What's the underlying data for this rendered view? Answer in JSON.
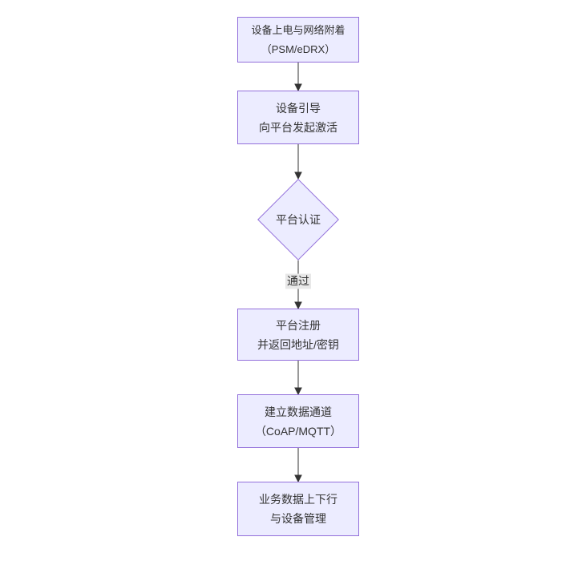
{
  "diagram": {
    "type": "flowchart",
    "direction": "top-down",
    "nodes": [
      {
        "id": "power_attach",
        "shape": "rect",
        "lines": [
          "设备上电与网络附着",
          "（PSM/eDRX）"
        ]
      },
      {
        "id": "bootstrap",
        "shape": "rect",
        "lines": [
          "设备引导",
          "向平台发起激活"
        ]
      },
      {
        "id": "platform_auth",
        "shape": "diamond",
        "lines": [
          "平台认证"
        ]
      },
      {
        "id": "platform_register",
        "shape": "rect",
        "lines": [
          "平台注册",
          "并返回地址/密钥"
        ]
      },
      {
        "id": "data_channel",
        "shape": "rect",
        "lines": [
          "建立数据通道",
          "（CoAP/MQTT）"
        ]
      },
      {
        "id": "business_data",
        "shape": "rect",
        "lines": [
          "业务数据上下行",
          "与设备管理"
        ]
      }
    ],
    "edges": [
      {
        "from": "power_attach",
        "to": "bootstrap",
        "label": ""
      },
      {
        "from": "bootstrap",
        "to": "platform_auth",
        "label": ""
      },
      {
        "from": "platform_auth",
        "to": "platform_register",
        "label": "通过"
      },
      {
        "from": "platform_register",
        "to": "data_channel",
        "label": ""
      },
      {
        "from": "data_channel",
        "to": "business_data",
        "label": ""
      }
    ],
    "colors": {
      "node_fill": "#ECECFF",
      "node_border": "#9370DB",
      "edge_line": "#333333",
      "edge_label_bg": "#e8e8e8",
      "text": "#333333",
      "background": "#ffffff"
    }
  }
}
